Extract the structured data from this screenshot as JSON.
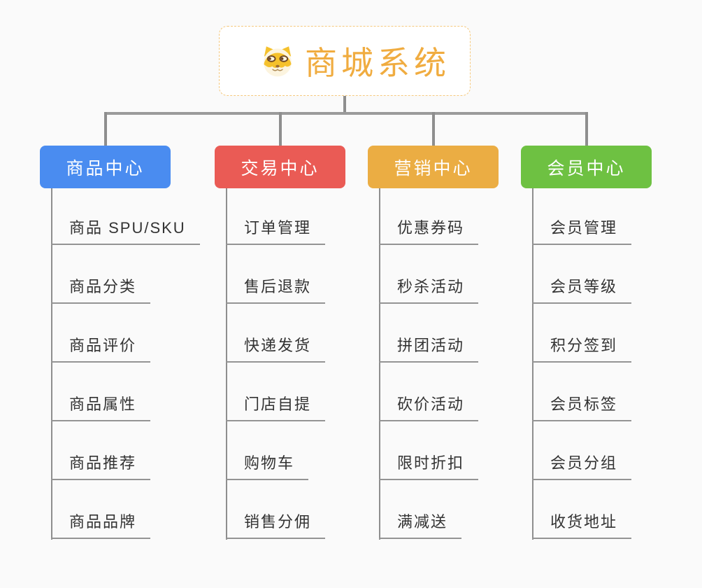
{
  "root": {
    "title": "商城系统",
    "icon": "doge-icon"
  },
  "branches": [
    {
      "label": "商品中心",
      "color": "#4A8CF0",
      "items": [
        "商品 SPU/SKU",
        "商品分类",
        "商品评价",
        "商品属性",
        "商品推荐",
        "商品品牌"
      ]
    },
    {
      "label": "交易中心",
      "color": "#EA5B55",
      "items": [
        "订单管理",
        "售后退款",
        "快递发货",
        "门店自提",
        "购物车",
        "销售分佣"
      ]
    },
    {
      "label": "营销中心",
      "color": "#EBAD43",
      "items": [
        "优惠券码",
        "秒杀活动",
        "拼团活动",
        "砍价活动",
        "限时折扣",
        "满减送"
      ]
    },
    {
      "label": "会员中心",
      "color": "#6EC142",
      "items": [
        "会员管理",
        "会员等级",
        "积分签到",
        "会员标签",
        "会员分组",
        "收货地址"
      ]
    }
  ],
  "colors": {
    "root_text": "#F0AC40",
    "root_border": "#F5C97E",
    "connector": "#8E8E8E",
    "underline": "#949494",
    "item_text": "#333333",
    "branch_text": "#FFFFFF",
    "background": "#FAFAFA"
  }
}
